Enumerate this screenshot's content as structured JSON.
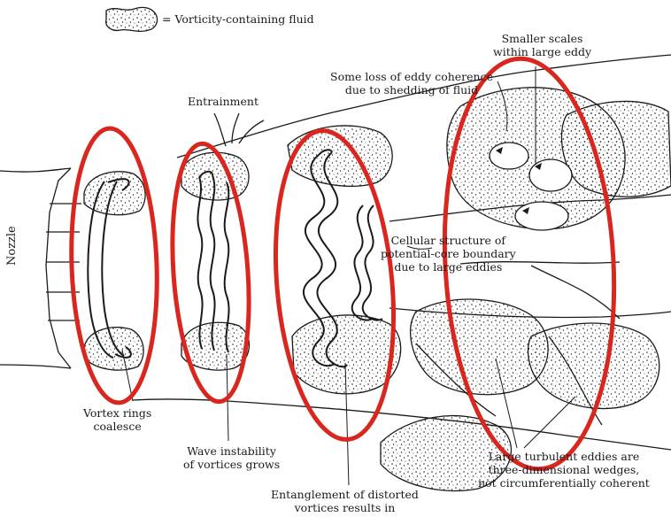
{
  "legend": {
    "icon": "stippled-blob-icon",
    "text": "= Vorticity-containing fluid"
  },
  "labels": {
    "nozzle": "Nozzle",
    "entrainment": "Entrainment",
    "vortex_rings": [
      "Vortex rings",
      "coalesce"
    ],
    "wave_instability": [
      "Wave instability",
      "of vortices grows"
    ],
    "entanglement": [
      "Entanglement of distorted",
      "vortices results in"
    ],
    "loss_coherence": [
      "Some loss of eddy coherence",
      "due to shedding of fluid"
    ],
    "smaller_scales": [
      "Smaller scales",
      "within large eddy"
    ],
    "cellular": [
      "Cellular structure of",
      "potential-core boundary",
      "due to large eddies"
    ],
    "large_eddies": [
      "Large turbulent eddies are",
      "three-dimensional wedges,",
      "not circumferentially coherent"
    ]
  },
  "colors": {
    "highlight": "#d9271f",
    "ink": "#1a1a1a"
  }
}
